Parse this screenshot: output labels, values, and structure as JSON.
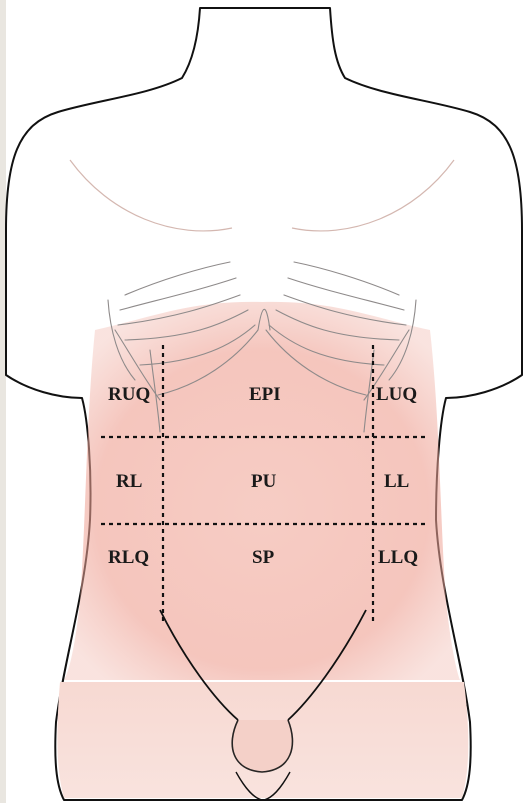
{
  "figure": {
    "colors": {
      "skin": "#f6d7d0",
      "skin_dark": "#efb8ad",
      "abdomen_tint": "#ef9c8f",
      "outline": "#111111",
      "ribs": "#8e8a8a",
      "dashes": "#111111",
      "label": "#1a1a1a"
    }
  },
  "regions": {
    "ruq": "RUQ",
    "epi": "EPI",
    "luq": "LUQ",
    "rl": "RL",
    "pu": "PU",
    "ll": "LL",
    "rlq": "RLQ",
    "sp": "SP",
    "llq": "LLQ"
  }
}
